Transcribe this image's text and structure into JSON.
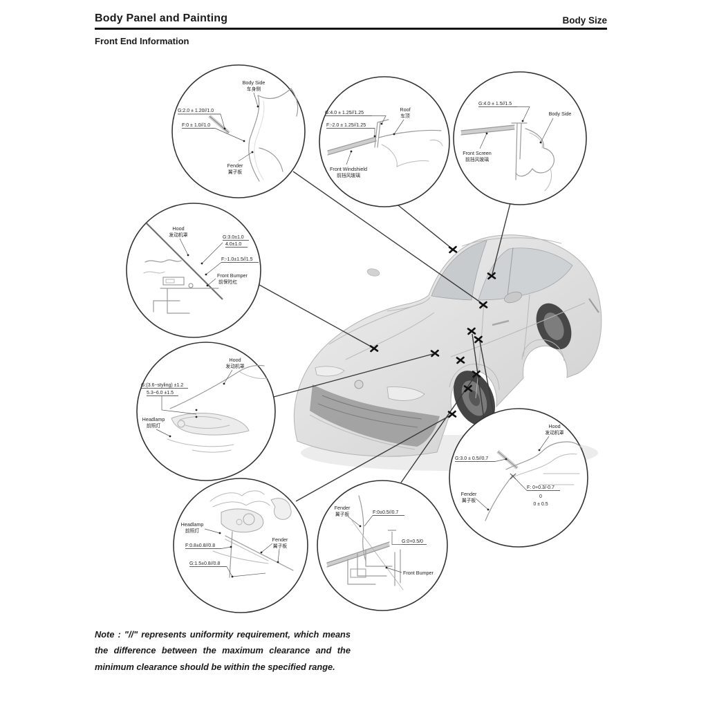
{
  "page": {
    "header_left": "Body Panel and Painting",
    "header_right": "Body Size",
    "section_title": "Front End Information",
    "note": "Note : \"//\" represents uniformity requirement, which means the difference between the maximum clearance and the minimum clearance should be within the specified range."
  },
  "colors": {
    "ink": "#1a1a1a",
    "sketch_gray": "#9a9a9a",
    "car_body": "#dfdfdf"
  },
  "callouts": {
    "c1": {
      "body_side": "Body Side",
      "body_side_cn": "车身侧",
      "g": "G:2.0 ± 1.20//1.0",
      "f": "F:0 ± 1.0//1.0",
      "fender": "Fender",
      "fender_cn": "翼子板"
    },
    "c2": {
      "g": "G:4.0 ± 1.25//1.25",
      "f": "F:-2.0 ± 1.25//1.25",
      "roof": "Roof",
      "roof_cn": "车顶",
      "windshield": "Front Windshield",
      "windshield_cn": "前挡风玻璃"
    },
    "c3": {
      "g": "G:4.0 ± 1.5//1.5",
      "body_side": "Body Side",
      "screen": "Front Screen",
      "screen_cn": "前挡风玻璃"
    },
    "c4": {
      "hood": "Hood",
      "hood_cn": "发动机罩",
      "g1": "G:3.0±1.0",
      "g2": "4.0±1.0",
      "f": "F:-1.0±1.5//1.5",
      "bumper": "Front Bumper",
      "bumper_cn": "前保险杠"
    },
    "c5": {
      "g1": "G:(3.6~styling) ±1.2",
      "g2": "5.3~6.0 ±1.5",
      "hood": "Hood",
      "hood_cn": "发动机罩",
      "headlamp": "Headlamp",
      "headlamp_cn": "前照灯"
    },
    "c6": {
      "headlamp": "Headlamp",
      "headlamp_cn": "前照灯",
      "f": "F:0.8±0.8//0.8",
      "g": "G:1.5±0.8//0.8",
      "fender": "Fender",
      "fender_cn": "翼子板"
    },
    "c7": {
      "fender": "Fender",
      "fender_cn": "翼子板",
      "f": "F:0±0.5//0.7",
      "g": "G:0+0.5/0",
      "bumper": "Front Bumper"
    },
    "c8": {
      "hood": "Hood",
      "hood_cn": "发动机罩",
      "g": "G:3.0 ± 0.5//0.7",
      "fender": "Fender",
      "fender_cn": "翼子板",
      "f1": "F: 0+0.3/-0.7",
      "f2": "0",
      "f3": "0 ± 0.5"
    }
  }
}
